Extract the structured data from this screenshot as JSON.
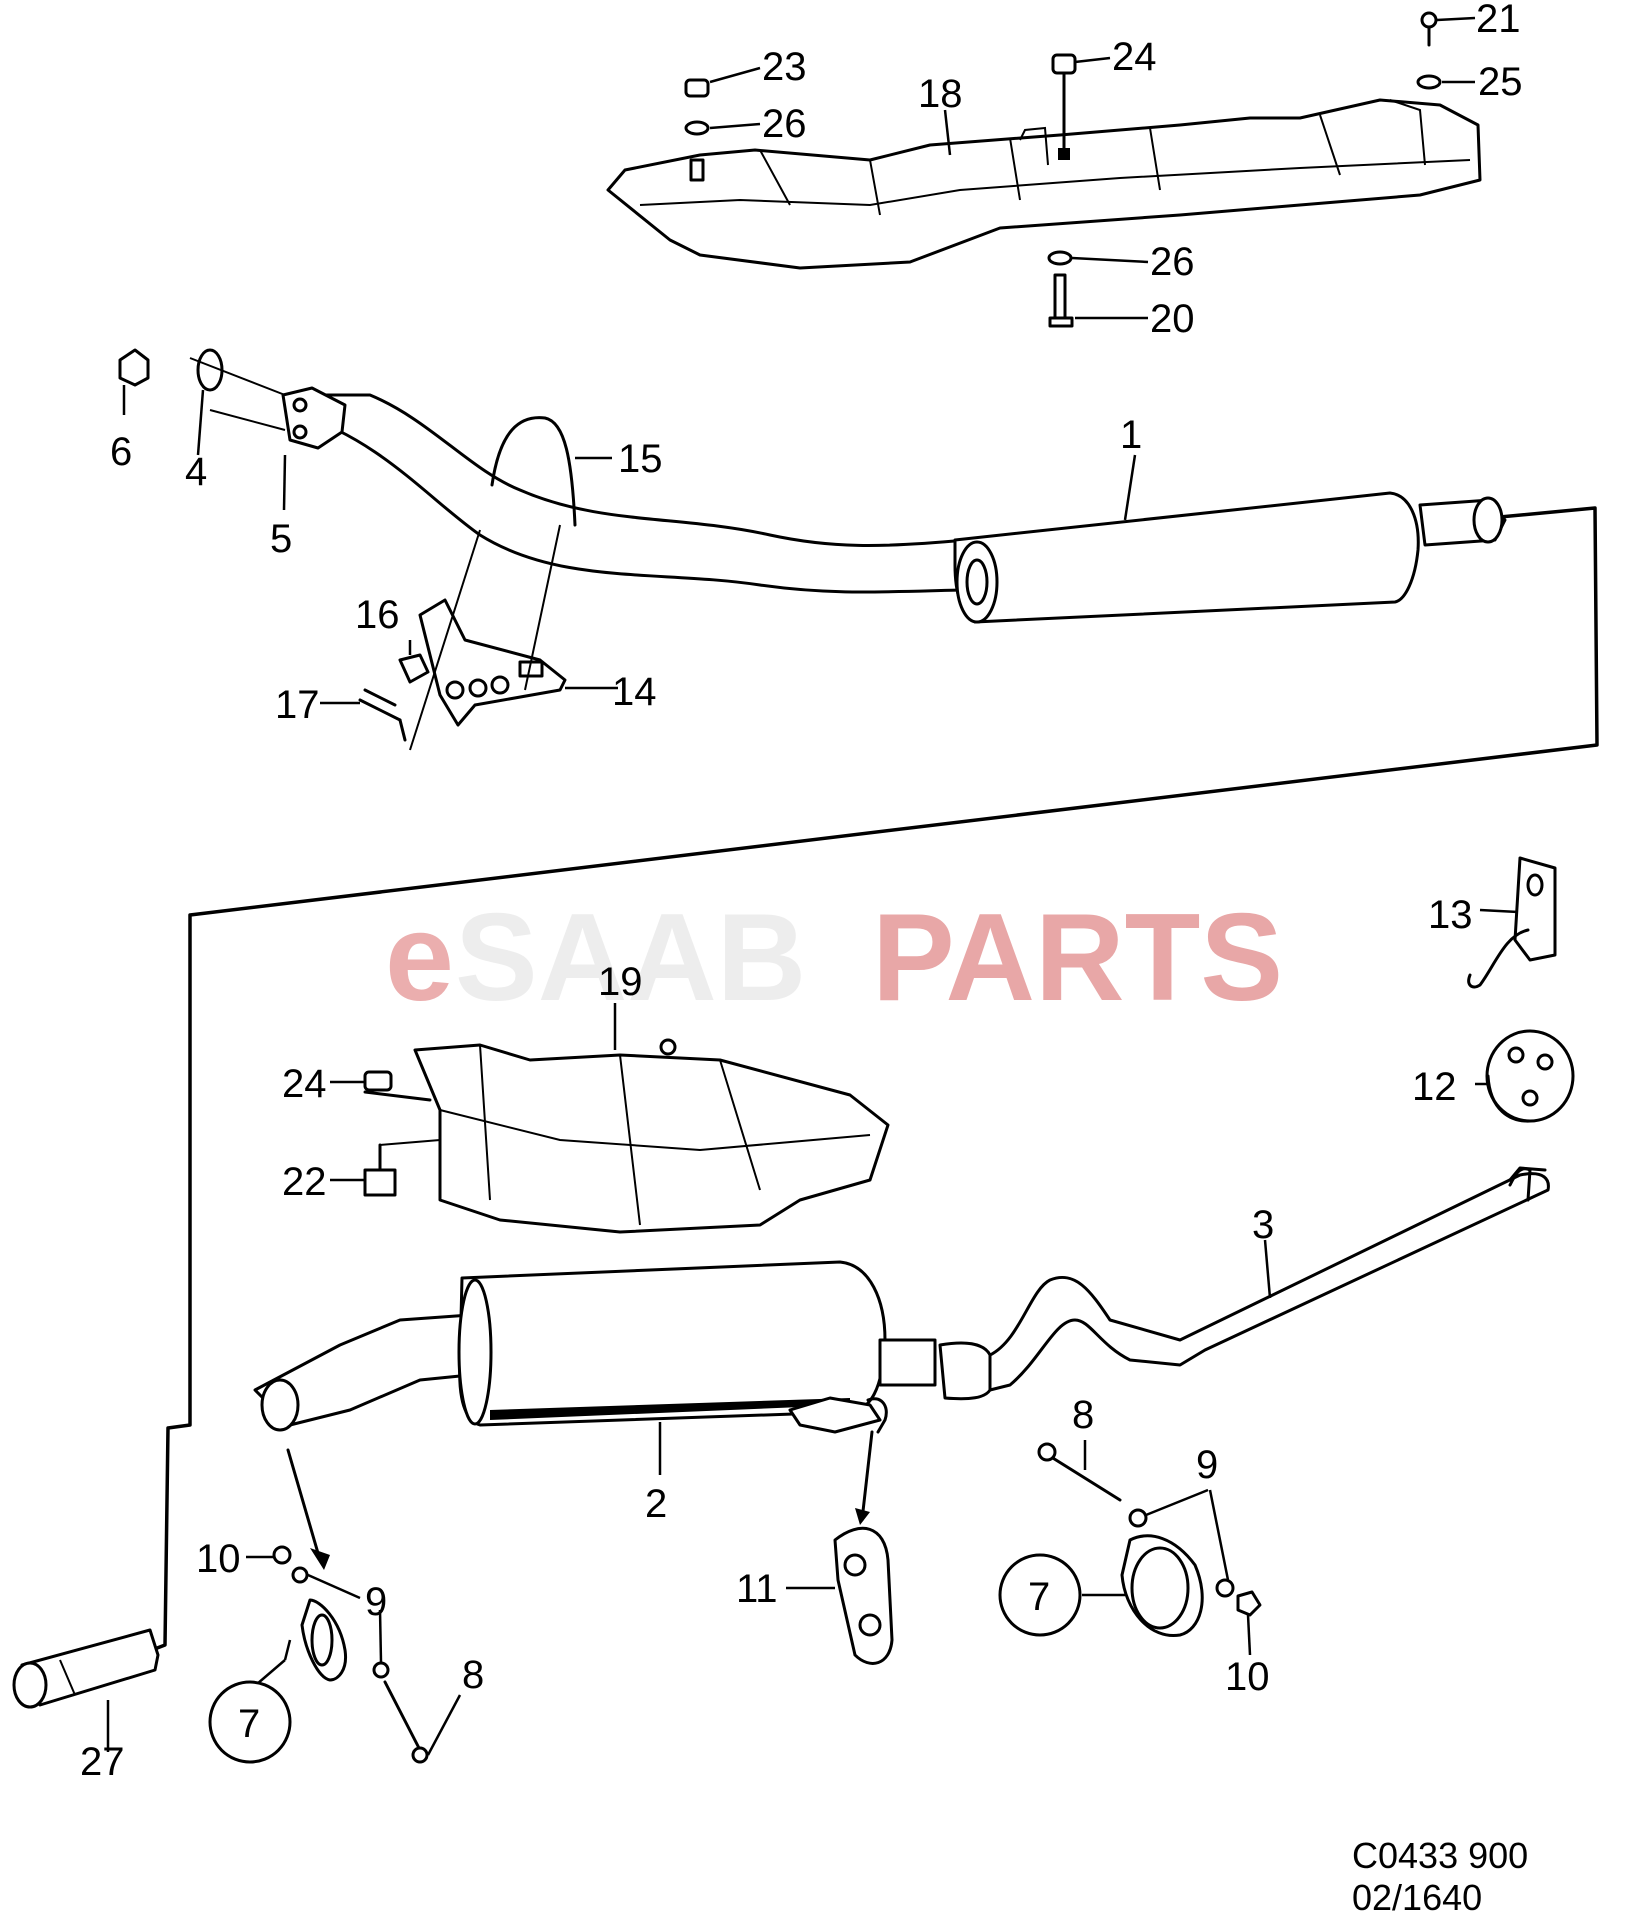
{
  "watermark": {
    "prefix": "e",
    "brand": "SAAB",
    "suffix": "PARTS"
  },
  "callouts": {
    "c1": "1",
    "c2": "2",
    "c3": "3",
    "c4": "4",
    "c5": "5",
    "c6": "6",
    "c7a": "7",
    "c7b": "7",
    "c8a": "8",
    "c8b": "8",
    "c9a": "9",
    "c9b": "9",
    "c10a": "10",
    "c10b": "10",
    "c11": "11",
    "c12": "12",
    "c13": "13",
    "c14": "14",
    "c15": "15",
    "c16": "16",
    "c17": "17",
    "c18": "18",
    "c19": "19",
    "c20": "20",
    "c21": "21",
    "c22": "22",
    "c23": "23",
    "c24a": "24",
    "c24b": "24",
    "c25": "25",
    "c26a": "26",
    "c26b": "26",
    "c27": "27"
  },
  "drawing_code": {
    "line1": "C0433 900",
    "line2": "02/1640"
  }
}
